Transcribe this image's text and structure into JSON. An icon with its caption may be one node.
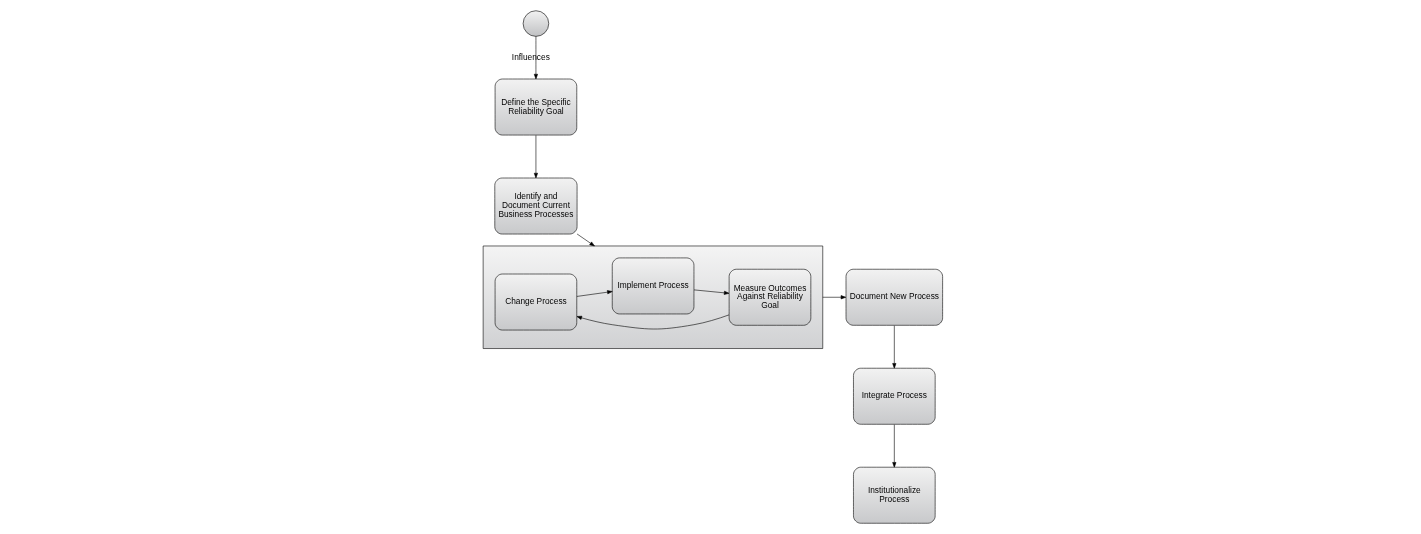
{
  "diagram": {
    "nodes": [
      {
        "text": [],
        "shape": "circle"
      },
      {
        "text": [
          "Define the Specific Reliability Goal"
        ]
      },
      {
        "text": [
          "Identify and Document Current Business Processes"
        ]
      },
      {
        "text": [],
        "shape": "box"
      },
      {
        "text": [
          "Change Process"
        ],
        "in": 3
      },
      {
        "text": [
          "Implement Process"
        ],
        "in": 3
      },
      {
        "text": [
          "Measure Outcomes Against Reliability Goal"
        ],
        "in": 3
      },
      {
        "text": [
          "Document New Process"
        ]
      },
      {
        "text": [
          "Integrate Process"
        ]
      },
      {
        "text": [
          "Institutionalize Process"
        ]
      }
    ],
    "edges": [
      {
        "from": 0,
        "to": 1,
        "arrow": "to",
        "label": "Influences"
      },
      {
        "from": 1,
        "to": 2,
        "arrow": "to"
      },
      {
        "from": 2,
        "to": 3,
        "arrow": "to"
      },
      {
        "from": 4,
        "to": 5,
        "arrow": "to"
      },
      {
        "from": 5,
        "to": 6,
        "arrow": "to"
      },
      {
        "from": 6,
        "to": 4,
        "arrow": "to"
      },
      {
        "from": 3,
        "to": 7,
        "arrow": "to"
      },
      {
        "from": 7,
        "to": 8,
        "arrow": "to"
      },
      {
        "from": 8,
        "to": 9,
        "arrow": "to"
      }
    ]
  }
}
